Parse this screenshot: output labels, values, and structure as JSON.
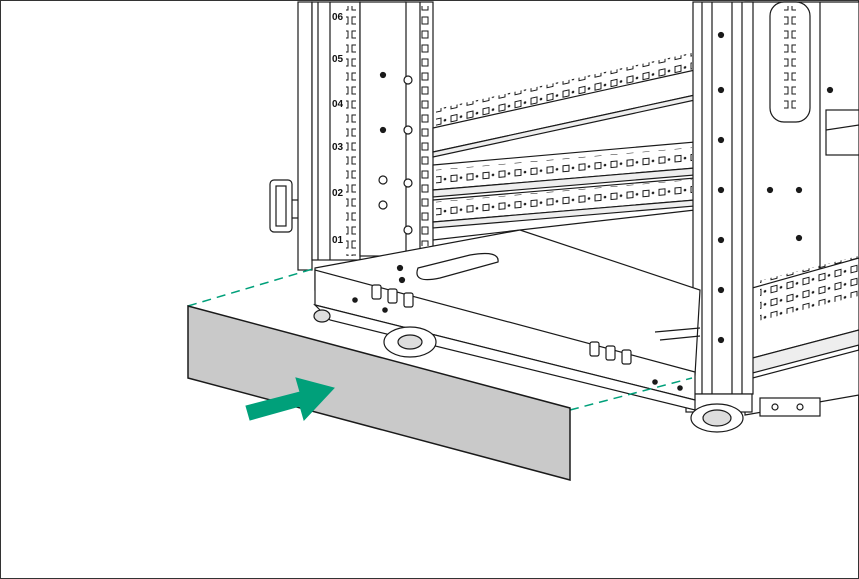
{
  "rack": {
    "u_labels": [
      "06",
      "05",
      "04",
      "03",
      "02",
      "01"
    ]
  },
  "colors": {
    "panel_fill": "#c9c9c9",
    "arrow": "#00a07a",
    "guide_lines": "#00a07a",
    "frame_stroke": "#1a1a1a",
    "border": "#333333"
  },
  "icons": {
    "insert_arrow": "arrow-right-icon",
    "panel": "stabilizer-panel-icon"
  }
}
